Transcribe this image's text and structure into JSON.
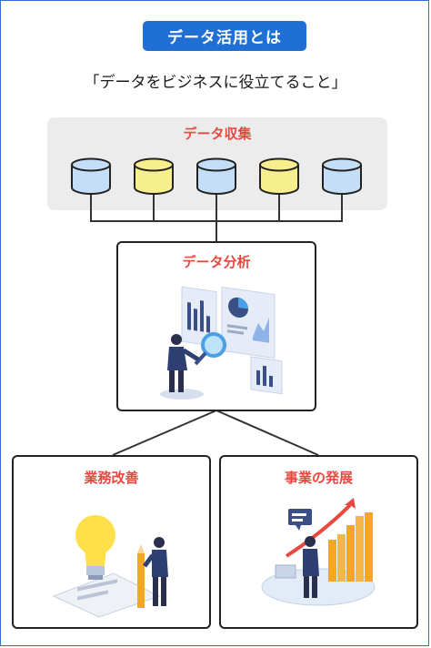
{
  "header": {
    "title": "データ活用とは"
  },
  "subtitle": "「データをビジネスに役立てること」",
  "collect": {
    "label": "データ収集"
  },
  "analysis": {
    "label": "データ分析"
  },
  "improve": {
    "label": "業務改善"
  },
  "develop": {
    "label": "事業の発展"
  },
  "colors": {
    "accent": "#1f6fd4",
    "label_red": "#e8483f",
    "db_blue": "#c4def7",
    "db_yellow": "#f7ef8e",
    "panel_gray": "#ececec"
  },
  "icons": {
    "databases": [
      "blue",
      "yellow",
      "blue",
      "yellow",
      "blue"
    ],
    "analysis": "analyst-magnifier-illustration",
    "improve": "lightbulb-pencil-illustration",
    "develop": "growth-chart-illustration"
  }
}
